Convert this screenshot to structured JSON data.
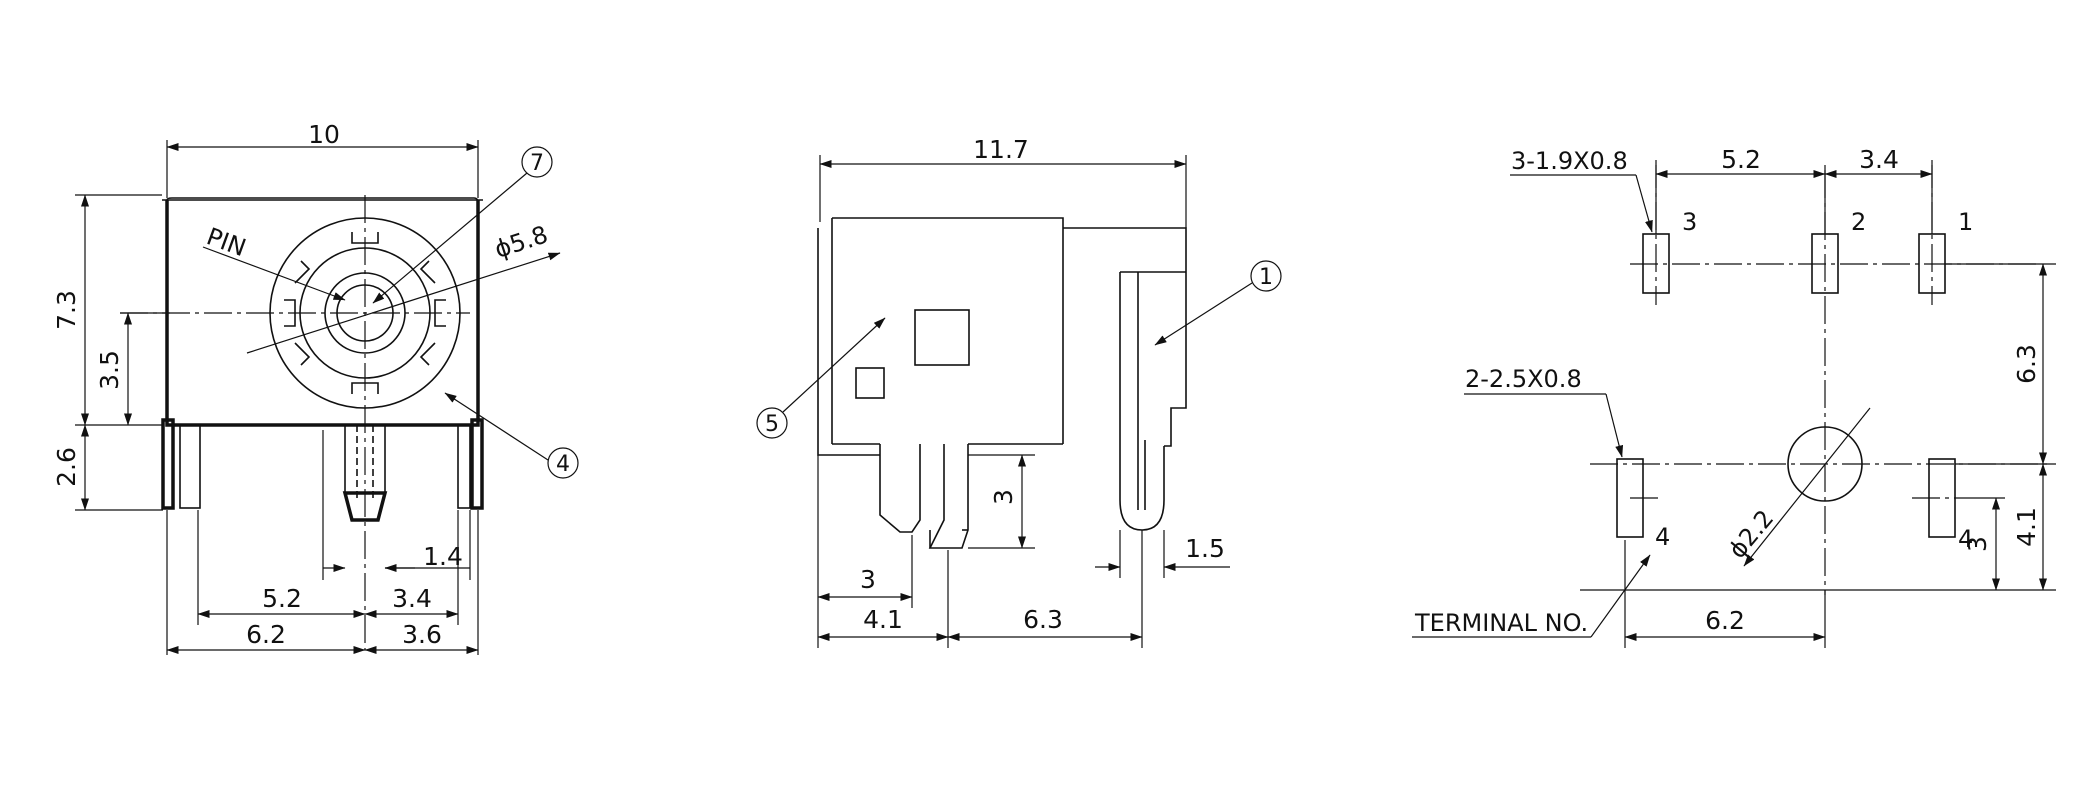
{
  "front_view": {
    "width": "10",
    "height_total": "7.3",
    "height_center": "3.5",
    "height_pins": "2.6",
    "pin_label": "PIN",
    "hole_diameter": "ϕ5.8",
    "pitch_left": "5.2",
    "pitch_right": "3.4",
    "pitch_gap": "1.4",
    "outer_left": "6.2",
    "outer_right": "3.6",
    "balloon_7": "7",
    "balloon_4": "4"
  },
  "side_view": {
    "length": "11.7",
    "pin_height": "3",
    "pin_width": "1.5",
    "offset_front": "3",
    "pitch_a": "4.1",
    "pitch_b": "6.3",
    "balloon_1": "1",
    "balloon_5": "5"
  },
  "footprint_view": {
    "slots_top": "3-1.9X0.8",
    "slots_side": "2-2.5X0.8",
    "pitch_top_a": "5.2",
    "pitch_top_b": "3.4",
    "vertical_a": "6.3",
    "vertical_b": "4.1",
    "vertical_c": "3",
    "hole_diameter": "ϕ2.2",
    "bottom_pitch": "6.2",
    "terminal_label": "TERMINAL NO.",
    "pin_1": "1",
    "pin_2": "2",
    "pin_3": "3",
    "pin_4_top": "4",
    "pin_4_side": "4"
  }
}
